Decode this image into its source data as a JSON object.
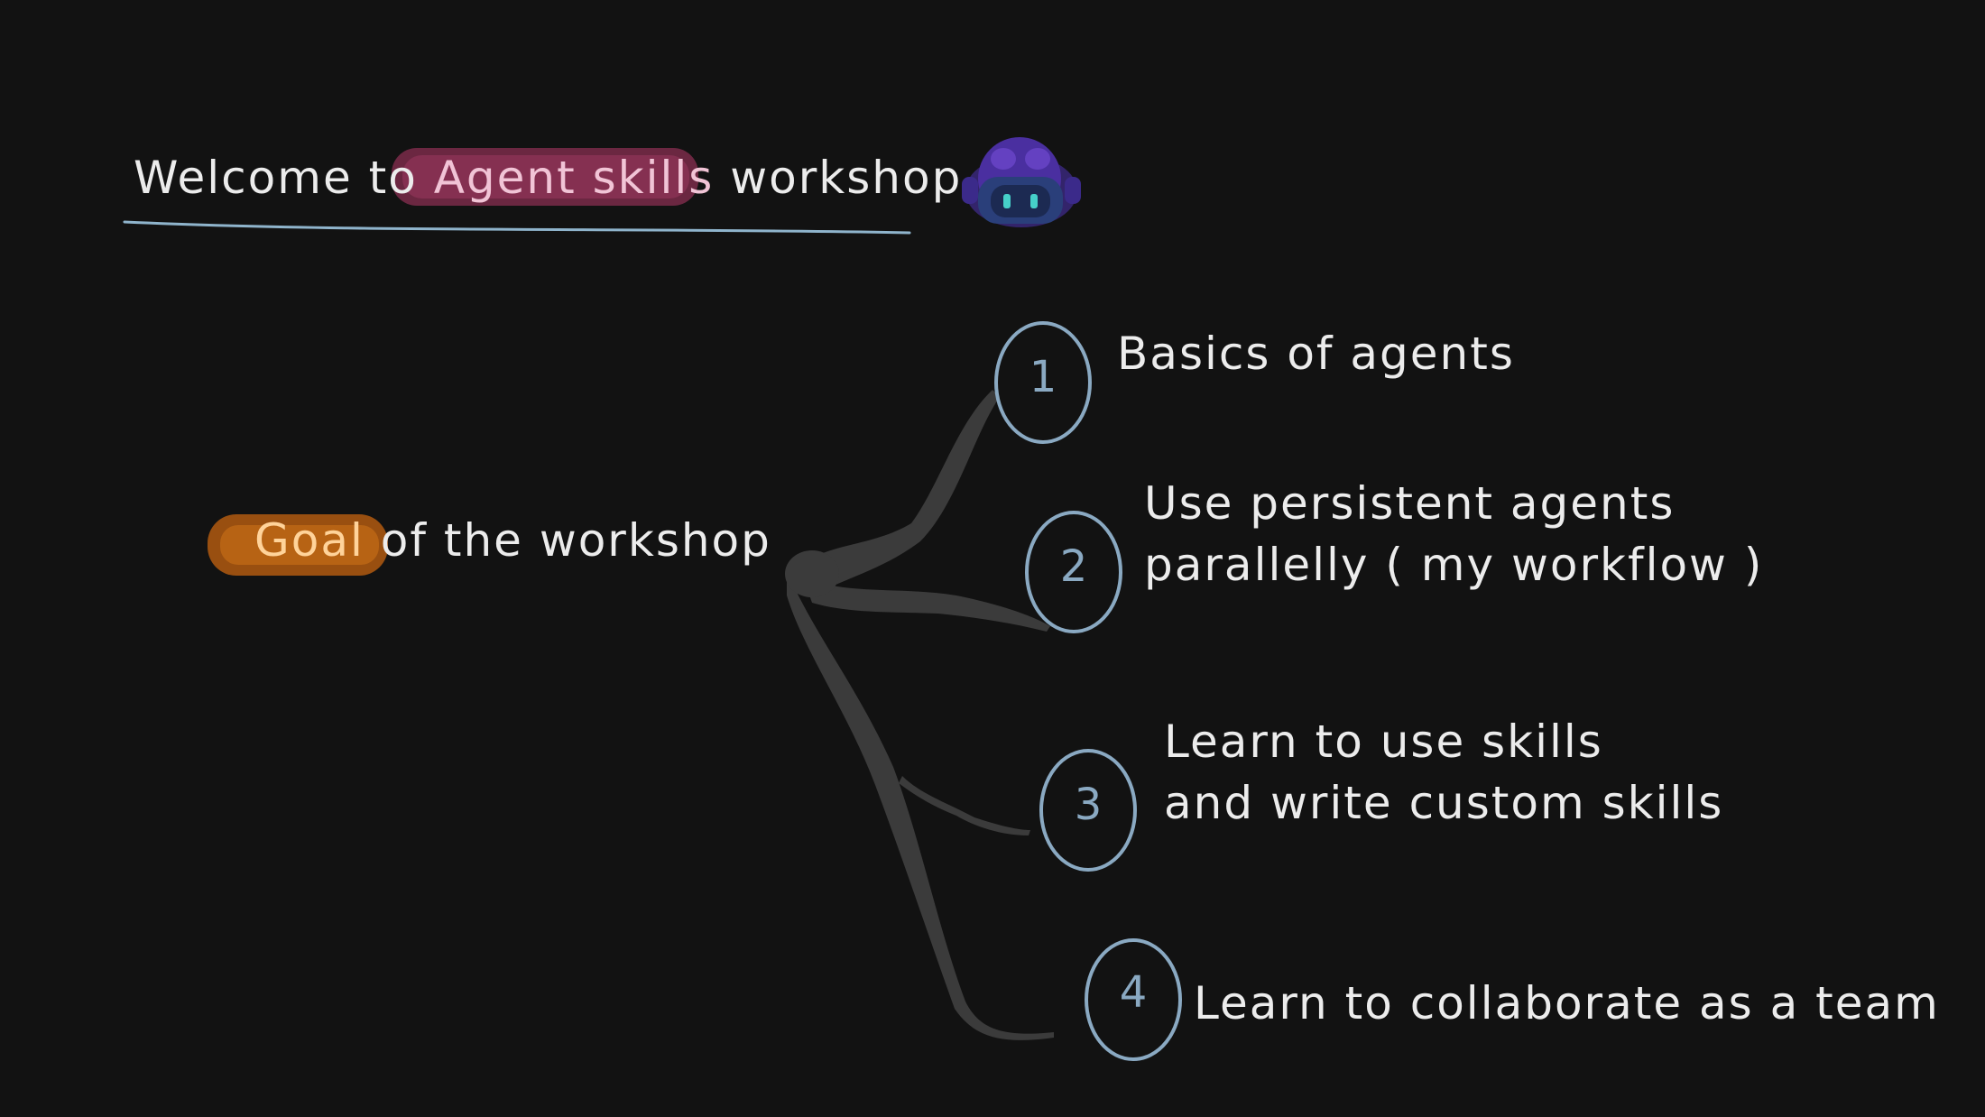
{
  "title": {
    "prefix": "Welcome to",
    "highlight": "Agent skills",
    "suffix": "workshop"
  },
  "mascot_icon": "robot-icon",
  "goal": {
    "highlight": "Goal",
    "rest": "of the workshop"
  },
  "items": [
    {
      "number": "1",
      "lines": [
        "Basics of agents"
      ]
    },
    {
      "number": "2",
      "lines": [
        "Use persistent agents",
        "parallelly ( my workflow )"
      ]
    },
    {
      "number": "3",
      "lines": [
        "Learn to use skills",
        "and write custom skills"
      ]
    },
    {
      "number": "4",
      "lines": [
        "Learn to collaborate as a team"
      ]
    }
  ],
  "colors": {
    "background": "#121212",
    "text": "#ececec",
    "pink_highlight": "#8a2f52",
    "orange_highlight": "#b25a10",
    "circle_stroke": "#8aa9c2",
    "branch": "#3b3b3b",
    "underline": "#8fb4cc"
  }
}
